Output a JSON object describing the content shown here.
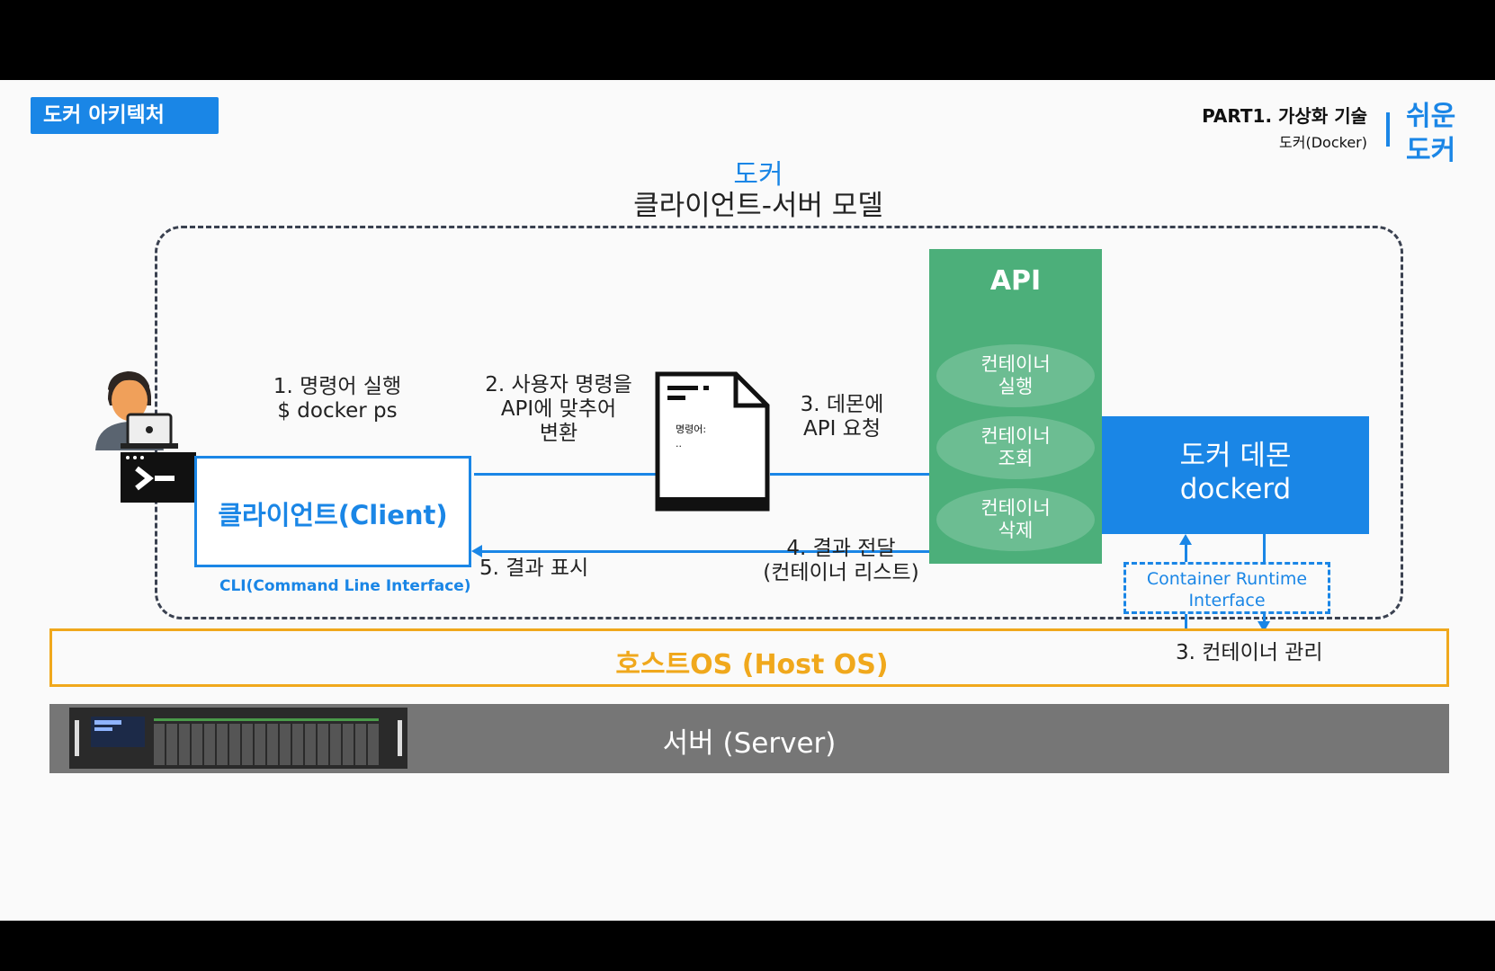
{
  "header": {
    "section_tag": "도커 아키텍처",
    "part": "PART1. 가상화 기술",
    "part_sub": "도커(Docker)",
    "brand_line1": "쉬운",
    "brand_line2": "도커"
  },
  "diagram": {
    "title_line1": "도커",
    "title_line2": "클라이언트-서버 모델",
    "client": {
      "label": "클라이언트(Client)",
      "sublabel": "CLI(Command Line Interface)"
    },
    "steps": {
      "step1_line1": "1. 명령어 실행",
      "step1_line2": "$ docker ps",
      "step2_line1": "2. 사용자 명령을",
      "step2_line2": "API에 맞추어",
      "step2_line3": "변환",
      "step3_line1": "3. 데몬에",
      "step3_line2": "API 요청",
      "step4_line1": "4. 결과 전달",
      "step4_line2": "(컨테이너 리스트)",
      "step5": "5. 결과 표시",
      "step3b": "3. 컨테이너 관리"
    },
    "document": {
      "line1": "명령어:",
      "line2": ".."
    },
    "api": {
      "title": "API",
      "items": [
        {
          "line1": "컨테이너",
          "line2": "실행"
        },
        {
          "line1": "컨테이너",
          "line2": "조회"
        },
        {
          "line1": "컨테이너",
          "line2": "삭제"
        }
      ]
    },
    "daemon": {
      "line1": "도커 데몬",
      "line2": "dockerd"
    },
    "cri": {
      "line1": "Container Runtime",
      "line2": "Interface"
    },
    "host_os": "호스트OS (Host OS)",
    "server": "서버 (Server)"
  },
  "colors": {
    "accent_blue": "#1a86e6",
    "api_green": "#4caf7a",
    "host_orange": "#f0a81c",
    "server_gray": "#767676"
  }
}
